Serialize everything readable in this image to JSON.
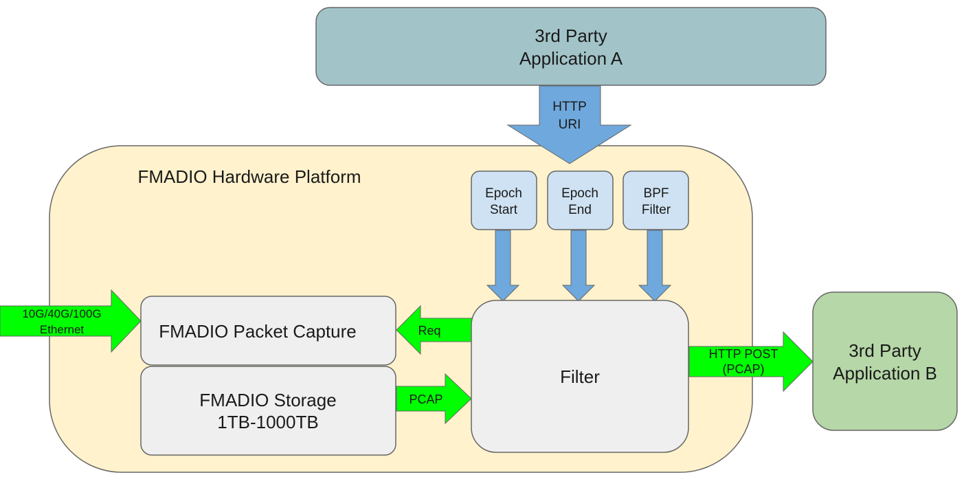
{
  "colors": {
    "app_a_fill": "#a2c4c9",
    "app_b_fill": "#b6d7a8",
    "platform_fill": "#fff2cc",
    "module_fill": "#efefef",
    "param_fill": "#cfe2f3",
    "blue_arrow": "#6fa8dc",
    "green_arrow": "#00ff00",
    "stroke": "#666666"
  },
  "app_a": {
    "line1": "3rd Party",
    "line2": "Application A"
  },
  "app_b": {
    "line1": "3rd Party",
    "line2": "Application B"
  },
  "platform": {
    "title": "FMADIO Hardware Platform"
  },
  "http_uri": {
    "line1": "HTTP",
    "line2": "URI"
  },
  "params": [
    {
      "line1": "Epoch",
      "line2": "Start"
    },
    {
      "line1": "Epoch",
      "line2": "End"
    },
    {
      "line1": "BPF",
      "line2": "Filter"
    }
  ],
  "packet_capture": {
    "label": "FMADIO Packet Capture"
  },
  "storage": {
    "line1": "FMADIO Storage",
    "line2": "1TB-1000TB"
  },
  "filter": {
    "label": "Filter"
  },
  "ethernet": {
    "line1": "10G/40G/100G",
    "line2": "Ethernet"
  },
  "req": {
    "label": "Req"
  },
  "pcap": {
    "label": "PCAP"
  },
  "http_post": {
    "line1": "HTTP POST",
    "line2": "(PCAP)"
  }
}
